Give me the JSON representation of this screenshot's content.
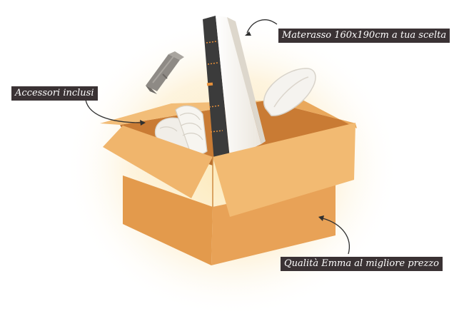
{
  "labels": {
    "mattress": "Materasso 160x190cm a tua scelta",
    "accessories": "Accessori inclusi",
    "quality": "Qualità Emma al migliore prezzo"
  },
  "colors": {
    "glow": "#fde9b8",
    "box_light": "#f0b56c",
    "box_mid": "#e8a257",
    "box_dark": "#d98c3e",
    "box_inside": "#c97b34",
    "label_bg": "#3a3234",
    "mattress_white": "#f5f2ec",
    "mattress_side": "#3b3b3b",
    "accent_orange": "#e8913a"
  },
  "icons": {
    "mattress": "mattress-icon",
    "pillow": "pillow-icon",
    "towels": "folded-towels-icon",
    "sheet_roll": "rolled-sheet-icon",
    "box": "cardboard-box-icon"
  }
}
